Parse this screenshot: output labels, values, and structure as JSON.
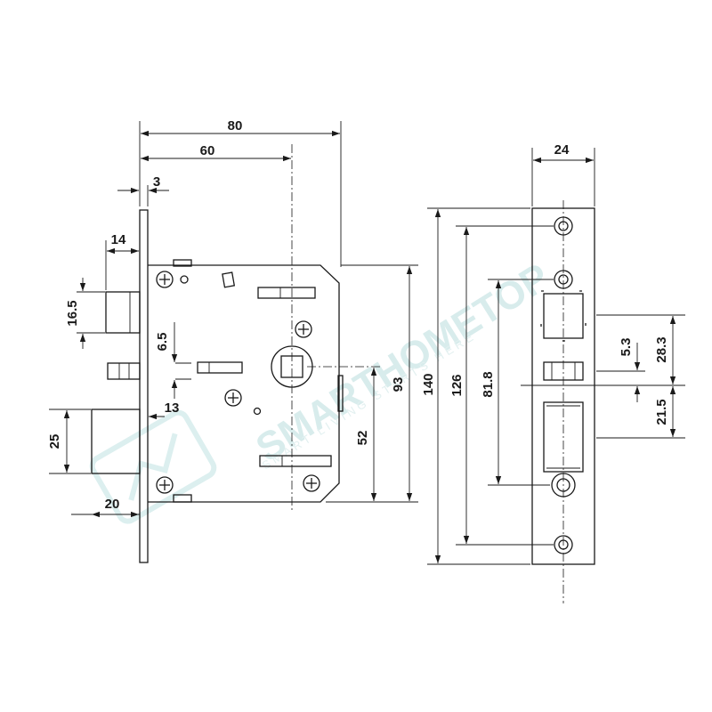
{
  "watermark": {
    "brand": "SMARTHOMETOP",
    "tagline": "SMART LIVING STARTS HERE"
  },
  "lock_body_dims": {
    "total_depth": "80",
    "backset": "60",
    "faceplate_thickness": "3",
    "latch_projection": "14",
    "latch_height": "16.5",
    "follower_offset": "6.5",
    "deadbolt_offset": "13",
    "deadbolt_height": "25",
    "deadbolt_projection": "20",
    "case_height": "93",
    "lower_distance": "52"
  },
  "strike_plate_dims": {
    "width": "24",
    "length": "140",
    "screw_spacing": "126",
    "inner_spacing": "81.8",
    "gap_small": "5.3",
    "gap_upper": "28.3",
    "gap_lower": "21.5"
  }
}
